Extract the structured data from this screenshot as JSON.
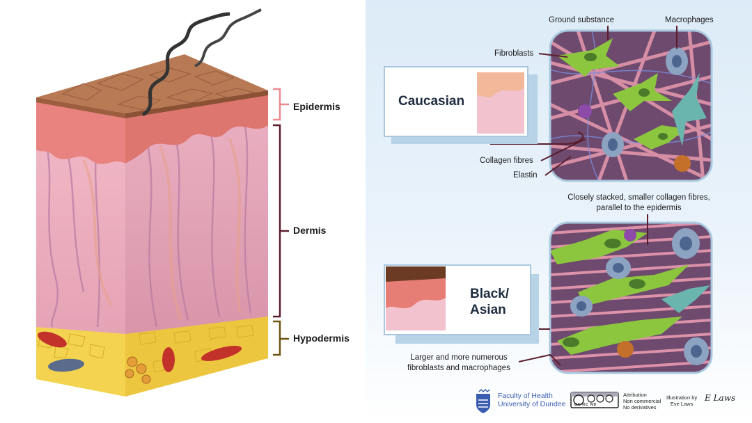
{
  "layers": {
    "epidermis": "Epidermis",
    "dermis": "Dermis",
    "hypodermis": "Hypodermis"
  },
  "callouts": {
    "ground_substance": "Ground substance",
    "macrophages": "Macrophages",
    "fibroblasts": "Fibroblasts",
    "collagen_fibres": "Collagen fibres",
    "elastin": "Elastin",
    "closely_stacked": "Closely stacked, smaller collagen fibres, parallel to the epidermis",
    "larger_numerous": "Larger and more numerous fibroblasts and macrophages"
  },
  "cards": {
    "caucasian": "Caucasian",
    "black_asian_line1": "Black/",
    "black_asian_line2": "Asian"
  },
  "footer": {
    "faculty_line1": "Faculty of Health",
    "faculty_line2": "University of Dundee",
    "cc_line1": "Attribution",
    "cc_line2": "Non commercial",
    "cc_line3": "No derivatives",
    "cc_badge": "BY NC ND",
    "illustration_line1": "Illustration by",
    "illustration_line2": "Eve Laws",
    "signature": "E Laws"
  },
  "colors": {
    "epidermis_top": "#b87a55",
    "dermis": "#e8a7b8",
    "hypodermis": "#f1d24e",
    "fibroblast": "#8cc63f",
    "macrophage": "#8da3c2",
    "collagen": "#e68fa6",
    "bracket_epidermis": "#e98a90",
    "bracket_dermis": "#5b1c2c",
    "bracket_hypodermis": "#6b5310"
  }
}
